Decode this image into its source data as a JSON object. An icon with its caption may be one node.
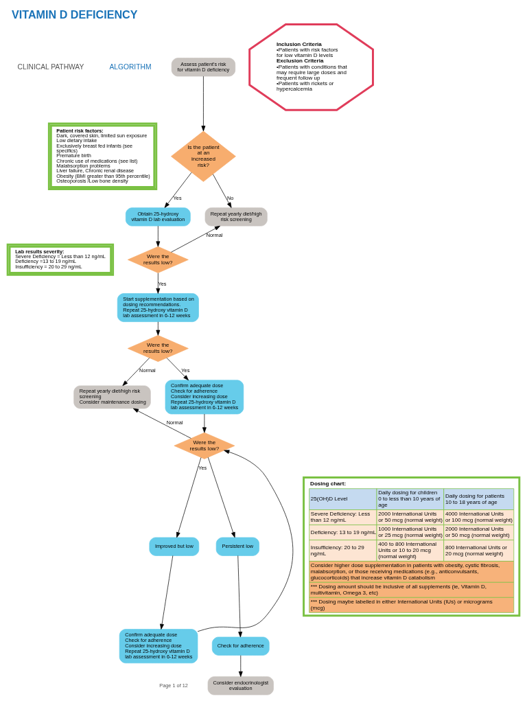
{
  "diagram": {
    "title": "VITAMIN D DEFICIENCY",
    "nodes": [
      {
        "text": [
          "Assess patient's risk for vitamin D deficiency"
        ]
      },
      {
        "text": [
          "Is the patient at an increased risk?"
        ]
      },
      {
        "text": [
          "Obtain 25-hydroxy vitamin D lab evaluation"
        ]
      },
      {
        "text": [
          "Repeat yearly diet/high risk screening"
        ]
      },
      {
        "text": [
          "Were the results low?"
        ]
      },
      {
        "text": [
          "Start supplementation based on dosing recommendations.",
          "Repeat 25-hydroxy vitamin D lab assessment in 6-12 weeks"
        ]
      },
      {
        "text": [
          "Were the results low?"
        ]
      },
      {
        "text": [
          "Repeat yearly diet/high risk screening",
          "Consider maintenance dosing"
        ]
      },
      {
        "text": [
          "Confirm adequate dose",
          "Check for adherence",
          "Consider increasing dose",
          "Repeat 25-hydroxy vitamin D lab assessment in 6-12 weeks"
        ]
      },
      {
        "text": [
          "Were the results low?"
        ]
      },
      {
        "text": [
          "Improved but low"
        ]
      },
      {
        "text": [
          "Persistent low"
        ]
      },
      {
        "text": [
          "Confirm adequate dose",
          "Check for adherence",
          "Consider increasing dose",
          "Repeat 25-hydroxy vitamin D lab assessment in 6-12 weeks"
        ]
      },
      {
        "text": [
          "Check for adherence"
        ]
      },
      {
        "text": [
          "Consider endocrinologist evaluation"
        ]
      },
      {
        "text": [
          "Patient risk factors:",
          "Dark, covered skin, limited sun exposure",
          "Low dietary intake",
          "Exclusively breast fed infants (see specifics)",
          "Premature birth",
          "Chronic use of medications (see list)",
          "Malabsorption problems",
          "Liver failure, Chronic renal disease",
          "Obesity (BMI greater than 95th percentile)",
          "Osteoporosis /Low bone density"
        ]
      },
      {
        "text": [
          "Lab results severity:",
          "Severe Deficiency = Less than 12 ng/mL",
          "Deficiency =13 to 19 ng/mL",
          "Insufficiency = 20 to 29 ng/mL"
        ]
      },
      {
        "text": [
          "Inclusion Criteria",
          "•Patients with risk factors for low vitamin D levels",
          "Exclusion Criteria",
          "•Patients with conditions that may require large doses and frequent follow up",
          "•Patients with rickets or hypercalcemia"
        ]
      },
      {
        "text": [
          "Dosing chart:",
          "25(OH)D Level",
          "Daily dosing for children 0 to less than 10 years of age",
          "Daily dosing for patients 10 to 18 years of age",
          "Severe Deficiency: Less than 12 ng/mL",
          "2000 International Units or 50 mcg (normal weight)",
          "4000 International Units or 100 mcg (normal weight)",
          "Deficiency: 13 to 19 ng/mL",
          "1000 International Units or 25 mcg (normal weight)",
          "2000 International Units or 50 mcg (normal weight)",
          "Insufficiency: 20 to 29 ng/mL",
          "400 to 800 International Units or 10 to 20 mcg (normal weight)",
          "800 International Units or 20 mcg (normal weight)",
          "Consider higher dose supplementation in patients with obesity, cystic fibrosis, malabsorption, or those receiving medications (e.g., anticonvulsants, glucocorticoids) that increase vitamin D catabolism",
          "*** Dosing amount should be inclusive of all supplements (ie, Vitamin D, multivitamin, Omega 3, etc)",
          "*** Dosing maybe labelled in either International Units (IUs) or micrograms (mcg)"
        ]
      }
    ],
    "edges": [
      {
        "from": 0,
        "to": 1,
        "arrow": "to"
      },
      {
        "from": 1,
        "to": 3,
        "label": "No",
        "arrow": "to"
      },
      {
        "from": 1,
        "to": 2,
        "label": "Yes",
        "arrow": "to"
      },
      {
        "from": 2,
        "to": 4,
        "arrow": "to"
      },
      {
        "from": 4,
        "to": 3,
        "label": "Normal",
        "arrow": "to"
      },
      {
        "from": 4,
        "to": 5,
        "label": "Yes",
        "arrow": "to"
      },
      {
        "from": 5,
        "to": 6,
        "arrow": "to"
      },
      {
        "from": 6,
        "to": 7,
        "label": "Normal",
        "arrow": "to"
      },
      {
        "from": 6,
        "to": 8,
        "label": "Yes",
        "arrow": "to"
      },
      {
        "from": 8,
        "to": 9,
        "arrow": "to"
      },
      {
        "from": 9,
        "to": 7,
        "label": "Normal",
        "arrow": "to"
      },
      {
        "from": 9,
        "to": 10,
        "label": "Yes",
        "arrow": "to"
      },
      {
        "from": 9,
        "to": 11,
        "arrow": "to"
      },
      {
        "from": 10,
        "to": 12,
        "arrow": "to"
      },
      {
        "from": 12,
        "to": 9,
        "arrow": "to"
      },
      {
        "from": 11,
        "to": 13,
        "arrow": "to"
      },
      {
        "from": 13,
        "to": 14,
        "arrow": "to"
      }
    ],
    "labels": [
      "CLINICAL PATHWAY",
      "ALGORITHM",
      "Page 1 of 12"
    ]
  }
}
